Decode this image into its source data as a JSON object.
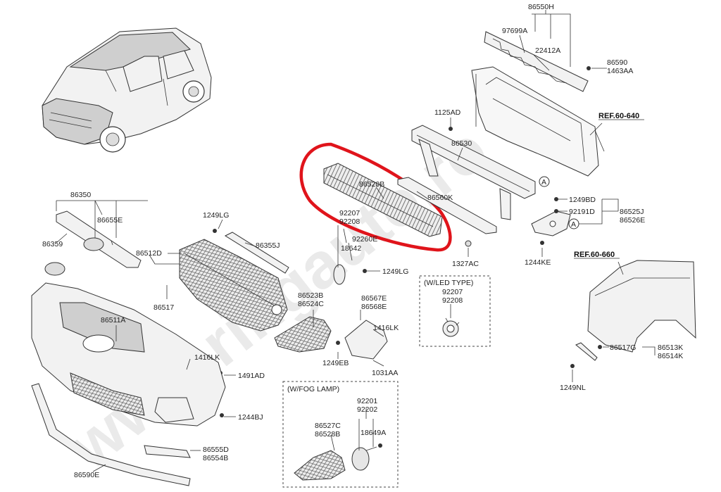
{
  "colors": {
    "highlight": "#e0141b",
    "line": "#333333",
    "watermark": "#d9d9d9"
  },
  "watermark": "www.ringauto.ro",
  "refs": {
    "ref1": "REF.60-640",
    "ref2": "REF.60-660"
  },
  "callouts": {
    "circle_a1": "A",
    "circle_a2": "A"
  },
  "boxes": {
    "led_title": "(W/LED TYPE)",
    "fog_title": "(W/FOG LAMP)"
  },
  "labels": {
    "p86550H": "86550H",
    "p97699A": "97699A",
    "p22412A": "22412A",
    "p86590": "86590",
    "p1463AA": "1463AA",
    "p1125AD": "1125AD",
    "p86530": "86530",
    "p86520B": "86520B",
    "p86560K": "86560K",
    "p1249BD": "1249BD",
    "p92191D": "92191D",
    "p86525J": "86525J",
    "p86526E": "86526E",
    "p1244KE": "1244KE",
    "p1327AC": "1327AC",
    "p92207a": "92207",
    "p92208a": "92208",
    "p92260E": "92260E",
    "p18642": "18642",
    "p1249LGb": "1249LG",
    "p92207b": "92207",
    "p92208b": "92208",
    "p86350": "86350",
    "p86655E": "86655E",
    "p86359": "86359",
    "p1249LGa": "1249LG",
    "p86355J": "86355J",
    "p86512D": "86512D",
    "p86517": "86517",
    "p86523B": "86523B",
    "p86524C": "86524C",
    "p86567E": "86567E",
    "p86568E": "86568E",
    "p1416LKa": "1416LK",
    "p1249EB": "1249EB",
    "p1031AA": "1031AA",
    "p86511A": "86511A",
    "p1416LKb": "1416LK",
    "p1491AD": "1491AD",
    "p1244BJ": "1244BJ",
    "p86555D": "86555D",
    "p86554B": "86554B",
    "p86590E": "86590E",
    "p92201": "92201",
    "p92202": "92202",
    "p86527C": "86527C",
    "p86528B": "86528B",
    "p18649A": "18649A",
    "p86517G": "86517G",
    "p86513K": "86513K",
    "p86514K": "86514K",
    "p1249NL": "1249NL"
  }
}
